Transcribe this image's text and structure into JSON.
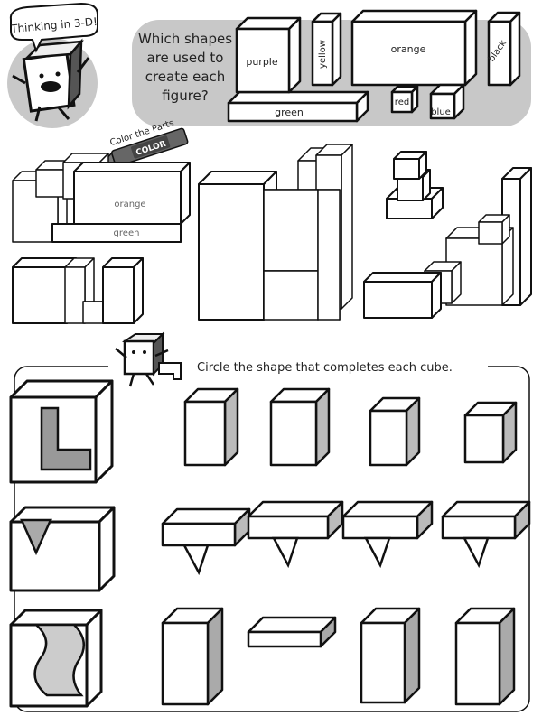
{
  "mascot": {
    "speech": "Thinking in 3-D!"
  },
  "question": {
    "lines": [
      "Which shapes",
      "are used to",
      "create each",
      "figure?"
    ]
  },
  "pieces": {
    "purple": "purple",
    "yellow": "yellow",
    "orange": "orange",
    "black": "black",
    "green": "green",
    "red": "red",
    "blue": "blue"
  },
  "crayon": {
    "caption": "Color the Parts",
    "label": "COLOR"
  },
  "figure1": {
    "label_top": "orange",
    "label_bottom": "green"
  },
  "section2": {
    "heading": "Circle the shape that completes each cube."
  },
  "colors": {
    "banner": "#c8c8c8",
    "shade": "#a9a9a9",
    "ink": "#111111"
  }
}
